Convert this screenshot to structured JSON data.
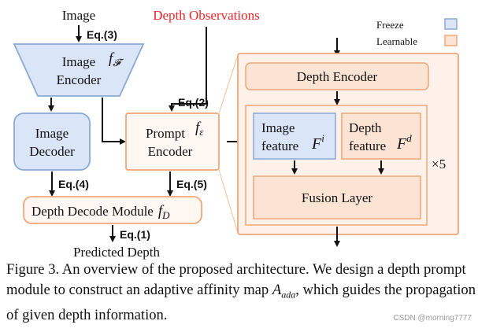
{
  "diagram": {
    "image_label": "Image",
    "depth_obs_label": "Depth Observations",
    "depth_obs_color": "#e8252a",
    "image_encoder": {
      "line1": "Image",
      "line2": "Encoder",
      "symbol": "f",
      "subscript": "𝓕"
    },
    "image_decoder": {
      "line1": "Image",
      "line2": "Decoder"
    },
    "prompt_encoder": {
      "line1": "Prompt",
      "line2": "Encoder",
      "symbol": "f",
      "subscript": "ε"
    },
    "depth_decode": {
      "label": "Depth Decode Module",
      "symbol": "f",
      "subscript": "D"
    },
    "predicted_label": "Predicted Depth",
    "eq3": "Eq.(3)",
    "eq2": "Eq.(2)",
    "eq4": "Eq.(4)",
    "eq5": "Eq.(5)",
    "eq1": "Eq.(1)",
    "legend": {
      "freeze": "Freeze",
      "learnable": "Learnable"
    },
    "depth_encoder": "Depth Encoder",
    "image_feature": {
      "line1": "Image",
      "line2": "feature",
      "symbol": "F",
      "sup": "i"
    },
    "depth_feature": {
      "line1": "Depth",
      "line2": "feature",
      "symbol": "F",
      "sup": "d"
    },
    "fusion_layer": "Fusion Layer",
    "repeat": "×5",
    "colors": {
      "freeze_fill": "#dae6f7",
      "freeze_stroke": "#8aa9d6",
      "learnable_fill": "#fbe4d4",
      "learnable_stroke": "#f0a679",
      "panel_fill": "#fdf1ea"
    }
  },
  "caption": {
    "text": "Figure 3. An overview of the proposed architecture. We design a depth prompt module to construct an adaptive affinity map ",
    "math": "A",
    "math_sub": "ada",
    "tail": ", which guides the propagation of given depth information."
  },
  "watermark": "CSDN @morning7777"
}
